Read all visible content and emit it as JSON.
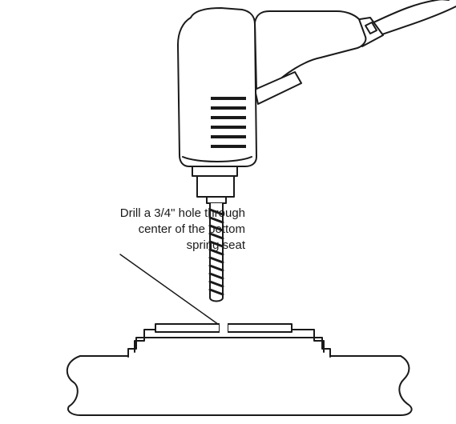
{
  "callout": {
    "lines": [
      "Drill a 3/4\" hole through",
      "center of the bottom",
      "spring seat"
    ]
  },
  "colors": {
    "stroke": "#1a1a1a",
    "fill": "#ffffff"
  },
  "icons": {
    "tool": "electric-drill-icon"
  }
}
